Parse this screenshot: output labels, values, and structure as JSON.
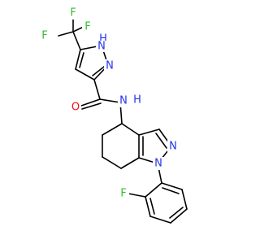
{
  "molecule": {
    "atoms": {
      "F1": {
        "text": "F",
        "color": "#33bb33"
      },
      "F2": {
        "text": "F",
        "color": "#33bb33"
      },
      "F3": {
        "text": "F",
        "color": "#33bb33"
      },
      "NH_pyrazole": {
        "text": "NH",
        "color": "#2233ee"
      },
      "H_pyrazole": {
        "text": "H",
        "color": "#2233ee"
      },
      "N_pyrazole": {
        "text": "N",
        "color": "#2233ee"
      },
      "O_carbonyl": {
        "text": "O",
        "color": "#ee1111"
      },
      "N_amide": {
        "text": "N",
        "color": "#2233ee"
      },
      "H_amide": {
        "text": "H",
        "color": "#2233ee"
      },
      "N_indazole_2": {
        "text": "N",
        "color": "#2233ee"
      },
      "N_indazole_1": {
        "text": "N",
        "color": "#2233ee"
      },
      "F_aryl": {
        "text": "F",
        "color": "#33bb33"
      }
    }
  }
}
